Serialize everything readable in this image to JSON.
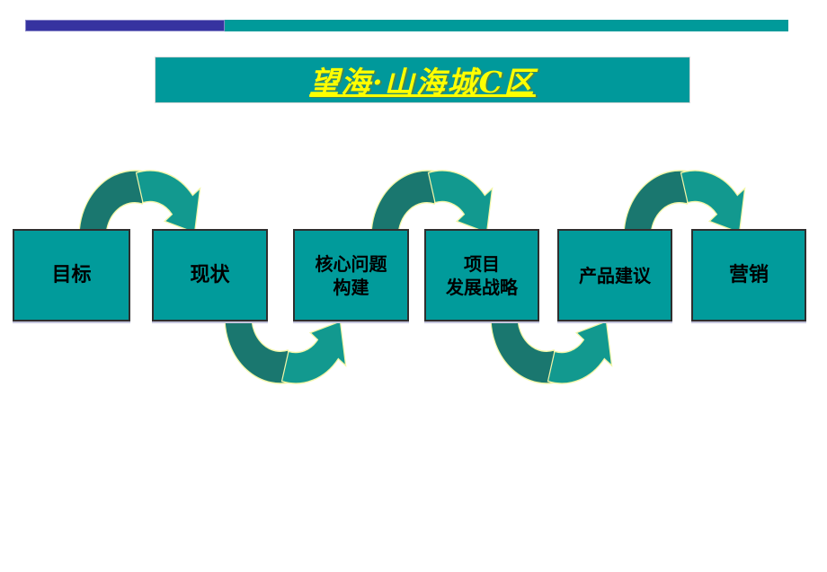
{
  "slide": {
    "background_color": "#FFFFFF",
    "top_decoration": {
      "navy_color": "#3633A0",
      "teal_color": "#009A9A"
    },
    "title_banner": {
      "text": "望海·山海城C区",
      "fill_color": "#00999B",
      "text_color": "#FFFF00"
    }
  },
  "flow_diagram": {
    "steps": [
      {
        "label": "目标"
      },
      {
        "label": "现状"
      },
      {
        "label": "核心问题\n构建"
      },
      {
        "label": "项目\n发展战略"
      },
      {
        "label": "产品建议"
      },
      {
        "label": "营销"
      }
    ],
    "connections": [
      {
        "from": "目标",
        "to": "现状",
        "arc_side": "top"
      },
      {
        "from": "现状",
        "to": "核心问题构建",
        "arc_side": "bottom"
      },
      {
        "from": "核心问题构建",
        "to": "项目发展战略",
        "arc_side": "top"
      },
      {
        "from": "项目发展战略",
        "to": "产品建议",
        "arc_side": "bottom"
      },
      {
        "from": "产品建议",
        "to": "营销",
        "arc_side": "top"
      }
    ],
    "colors": {
      "box_fill": "#019B9B",
      "box_border": "#2F2F2F",
      "box_text": "#000000",
      "arrow_light": "#12998F",
      "arrow_dark": "#1A776F",
      "arrow_outline": "#F2F6A8"
    }
  }
}
